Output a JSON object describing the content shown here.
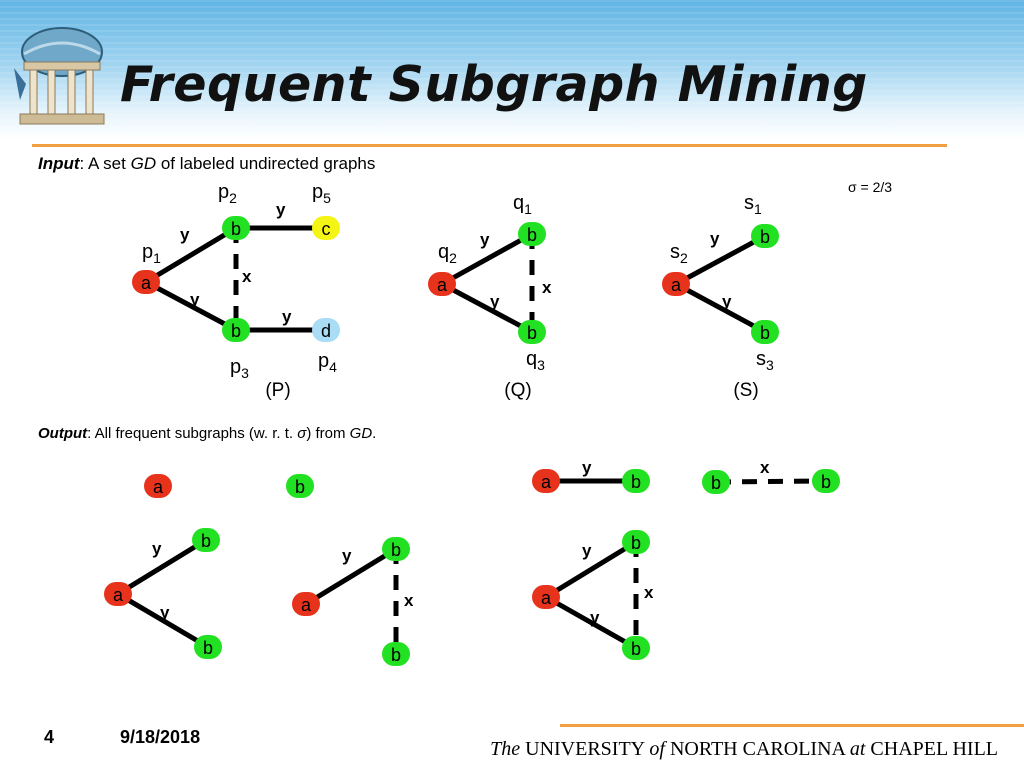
{
  "slide": {
    "title": "Frequent Subgraph Mining",
    "input_label": "Input",
    "input_pre": ": A set ",
    "input_var": "GD",
    "input_post": " of labeled undirected graphs",
    "sigma": "σ = 2/3",
    "output_label": "Output",
    "output_pre": ": All frequent subgraphs (w. r. t. ",
    "output_sigma": "σ",
    "output_mid": ") from ",
    "output_var": "GD",
    "output_post": ".",
    "slide_number": "4",
    "date": "9/18/2018",
    "footer": {
      "the": "The",
      "university": "UNIVERSITY",
      "of": "of",
      "state": "NORTH CAROLINA",
      "at": "at",
      "city": "CHAPEL HILL"
    }
  },
  "colors": {
    "node_a": "#e8331c",
    "node_b": "#22e022",
    "node_c": "#f5f515",
    "node_d": "#a9dcf5",
    "accent_rule": "#f0a040",
    "edge": "#000000"
  },
  "icons": {
    "logo": "old-well-icon"
  },
  "graphs": {
    "P": {
      "caption": "(P)",
      "nodes": [
        {
          "id": "p1",
          "label": "a",
          "color": "node_a",
          "name": "p",
          "sub": "1"
        },
        {
          "id": "p2",
          "label": "b",
          "color": "node_b",
          "name": "p",
          "sub": "2"
        },
        {
          "id": "p3",
          "label": "b",
          "color": "node_b",
          "name": "p",
          "sub": "3"
        },
        {
          "id": "p4",
          "label": "d",
          "color": "node_d",
          "name": "p",
          "sub": "4"
        },
        {
          "id": "p5",
          "label": "c",
          "color": "node_c",
          "name": "p",
          "sub": "5"
        }
      ],
      "edges": [
        {
          "from": "p1",
          "to": "p2",
          "label": "y",
          "style": "solid"
        },
        {
          "from": "p1",
          "to": "p3",
          "label": "y",
          "style": "solid"
        },
        {
          "from": "p2",
          "to": "p5",
          "label": "y",
          "style": "solid"
        },
        {
          "from": "p3",
          "to": "p4",
          "label": "y",
          "style": "solid"
        },
        {
          "from": "p2",
          "to": "p3",
          "label": "x",
          "style": "dashed"
        }
      ]
    },
    "Q": {
      "caption": "(Q)",
      "nodes": [
        {
          "id": "q1",
          "label": "b",
          "color": "node_b",
          "name": "q",
          "sub": "1"
        },
        {
          "id": "q2",
          "label": "a",
          "color": "node_a",
          "name": "q",
          "sub": "2"
        },
        {
          "id": "q3",
          "label": "b",
          "color": "node_b",
          "name": "q",
          "sub": "3"
        }
      ],
      "edges": [
        {
          "from": "q2",
          "to": "q1",
          "label": "y",
          "style": "solid"
        },
        {
          "from": "q2",
          "to": "q3",
          "label": "y",
          "style": "solid"
        },
        {
          "from": "q1",
          "to": "q3",
          "label": "x",
          "style": "dashed"
        }
      ]
    },
    "S": {
      "caption": "(S)",
      "nodes": [
        {
          "id": "s1",
          "label": "b",
          "color": "node_b",
          "name": "s",
          "sub": "1"
        },
        {
          "id": "s2",
          "label": "a",
          "color": "node_a",
          "name": "s",
          "sub": "2"
        },
        {
          "id": "s3",
          "label": "b",
          "color": "node_b",
          "name": "s",
          "sub": "3"
        }
      ],
      "edges": [
        {
          "from": "s2",
          "to": "s1",
          "label": "y",
          "style": "solid"
        },
        {
          "from": "s2",
          "to": "s3",
          "label": "y",
          "style": "solid"
        }
      ]
    }
  },
  "frequent_subgraphs": [
    {
      "id": "f1",
      "nodes": [
        {
          "label": "a",
          "color": "node_a"
        }
      ],
      "edges": []
    },
    {
      "id": "f2",
      "nodes": [
        {
          "label": "b",
          "color": "node_b"
        }
      ],
      "edges": []
    },
    {
      "id": "f3",
      "nodes": [
        {
          "label": "a",
          "color": "node_a"
        },
        {
          "label": "b",
          "color": "node_b"
        }
      ],
      "edges": [
        {
          "from": 0,
          "to": 1,
          "label": "y",
          "style": "solid"
        }
      ]
    },
    {
      "id": "f4",
      "nodes": [
        {
          "label": "b",
          "color": "node_b"
        },
        {
          "label": "b",
          "color": "node_b"
        }
      ],
      "edges": [
        {
          "from": 0,
          "to": 1,
          "label": "x",
          "style": "dashed"
        }
      ]
    },
    {
      "id": "f5",
      "nodes": [
        {
          "label": "b",
          "color": "node_b"
        },
        {
          "label": "a",
          "color": "node_a"
        },
        {
          "label": "b",
          "color": "node_b"
        }
      ],
      "edges": [
        {
          "from": 1,
          "to": 0,
          "label": "y",
          "style": "solid"
        },
        {
          "from": 1,
          "to": 2,
          "label": "y",
          "style": "solid"
        }
      ]
    },
    {
      "id": "f6",
      "nodes": [
        {
          "label": "b",
          "color": "node_b"
        },
        {
          "label": "a",
          "color": "node_a"
        },
        {
          "label": "b",
          "color": "node_b"
        }
      ],
      "edges": [
        {
          "from": 1,
          "to": 0,
          "label": "y",
          "style": "solid"
        },
        {
          "from": 0,
          "to": 2,
          "label": "x",
          "style": "dashed"
        }
      ]
    },
    {
      "id": "f7",
      "nodes": [
        {
          "label": "b",
          "color": "node_b"
        },
        {
          "label": "a",
          "color": "node_a"
        },
        {
          "label": "b",
          "color": "node_b"
        }
      ],
      "edges": [
        {
          "from": 1,
          "to": 0,
          "label": "y",
          "style": "solid"
        },
        {
          "from": 1,
          "to": 2,
          "label": "y",
          "style": "solid"
        },
        {
          "from": 0,
          "to": 2,
          "label": "x",
          "style": "dashed"
        }
      ]
    }
  ]
}
